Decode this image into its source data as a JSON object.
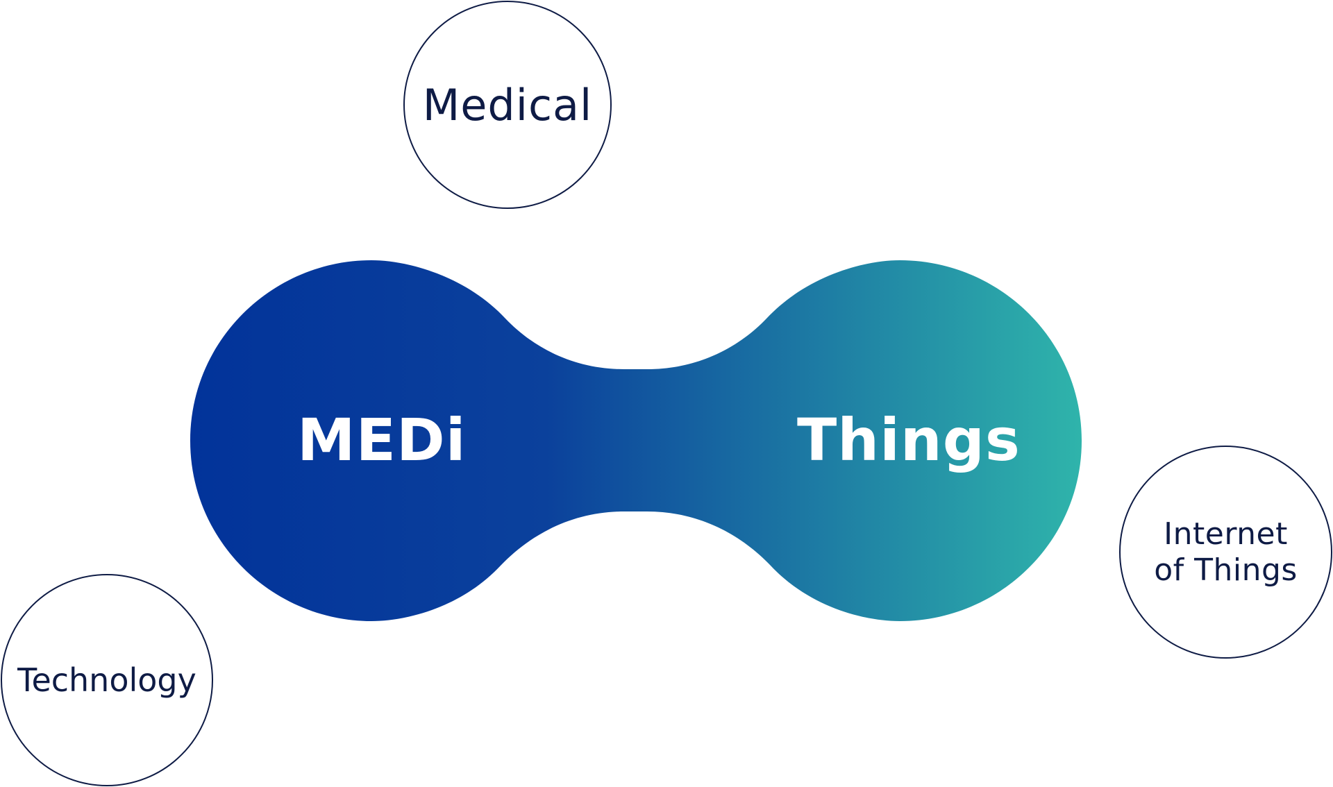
{
  "diagram": {
    "main_shape": {
      "left_label": "MEDi",
      "right_label": "Things",
      "gradient_start_color": "#02339a",
      "gradient_mid_color": "#0b419c",
      "gradient_end_color": "#2fb4ab",
      "label_color": "#ffffff"
    },
    "bubbles": {
      "medical": {
        "label": "Medical"
      },
      "technology": {
        "label": "Technology"
      },
      "iot": {
        "label": "Internet\nof Things"
      }
    },
    "colors": {
      "outline": "#0e1b45",
      "text_dark": "#0e1b45"
    }
  }
}
